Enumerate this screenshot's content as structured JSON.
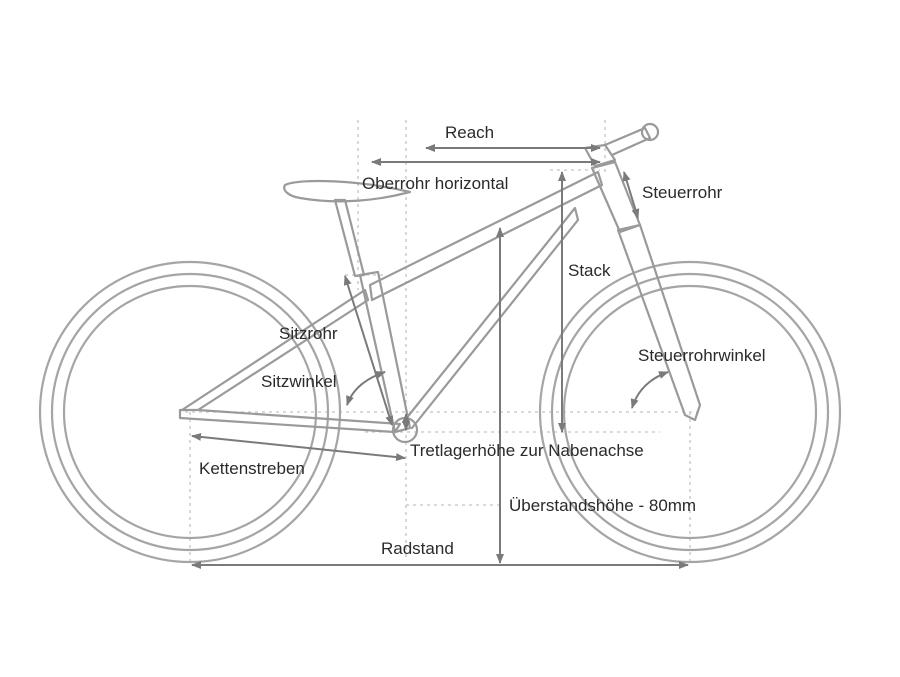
{
  "labels": {
    "reach": "Reach",
    "top_tube_horizontal": "Oberrohr horizontal",
    "head_tube": "Steuerrohr",
    "stack": "Stack",
    "seat_tube": "Sitzrohr",
    "head_tube_angle": "Steuerrohrwinkel",
    "seat_angle": "Sitzwinkel",
    "bb_height": "Tretlagerhöhe zur Nabenachse",
    "chainstays": "Kettenstreben",
    "standover": "Überstandshöhe - 80mm",
    "wheelbase": "Radstand"
  },
  "colors": {
    "line": "#9a9a9a",
    "dimension": "#7a7a7a",
    "text": "#2a2a2a"
  }
}
